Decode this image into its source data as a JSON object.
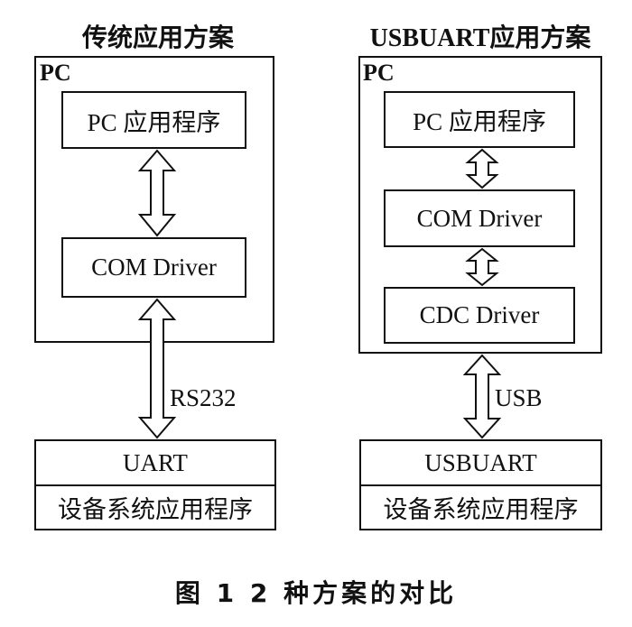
{
  "left": {
    "title": "传统应用方案",
    "pc_label": "PC",
    "app_box": "PC 应用程序",
    "driver_box": "COM Driver",
    "link_label": "RS232",
    "device_top": "UART",
    "device_bottom": "设备系统应用程序"
  },
  "right": {
    "title": "USBUART应用方案",
    "pc_label": "PC",
    "app_box": "PC 应用程序",
    "com_driver_box": "COM Driver",
    "cdc_driver_box": "CDC Driver",
    "link_label": "USB",
    "device_top": "USBUART",
    "device_bottom": "设备系统应用程序"
  },
  "caption": "图 1   2 种方案的对比"
}
